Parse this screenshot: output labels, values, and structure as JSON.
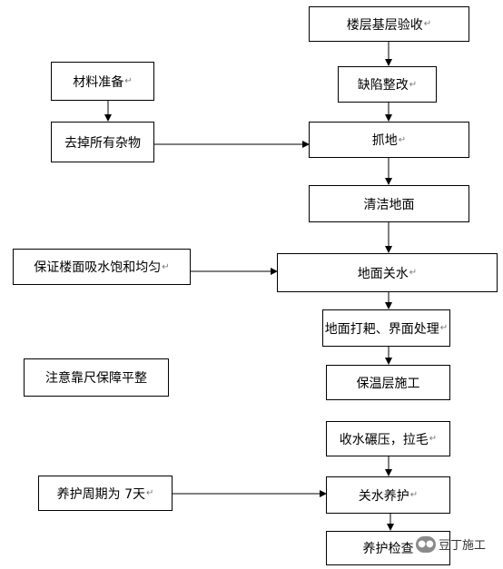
{
  "flowchart": {
    "main": [
      "楼层基层验收",
      "缺陷整改",
      "抓地",
      "清洁地面",
      "地面关水",
      "地面打耙、界面处理",
      "保温层施工",
      "收水碾压，拉毛",
      "关水养护",
      "养护检查"
    ],
    "side": [
      "材料准备",
      "去掉所有杂物",
      "保证楼面吸水饱和均匀",
      "注意靠尺保障平整",
      "养护周期为 7天"
    ],
    "paragraph_mark": "↵"
  },
  "watermark": {
    "icon": "cloud-icon",
    "text": "豆丁施工"
  }
}
